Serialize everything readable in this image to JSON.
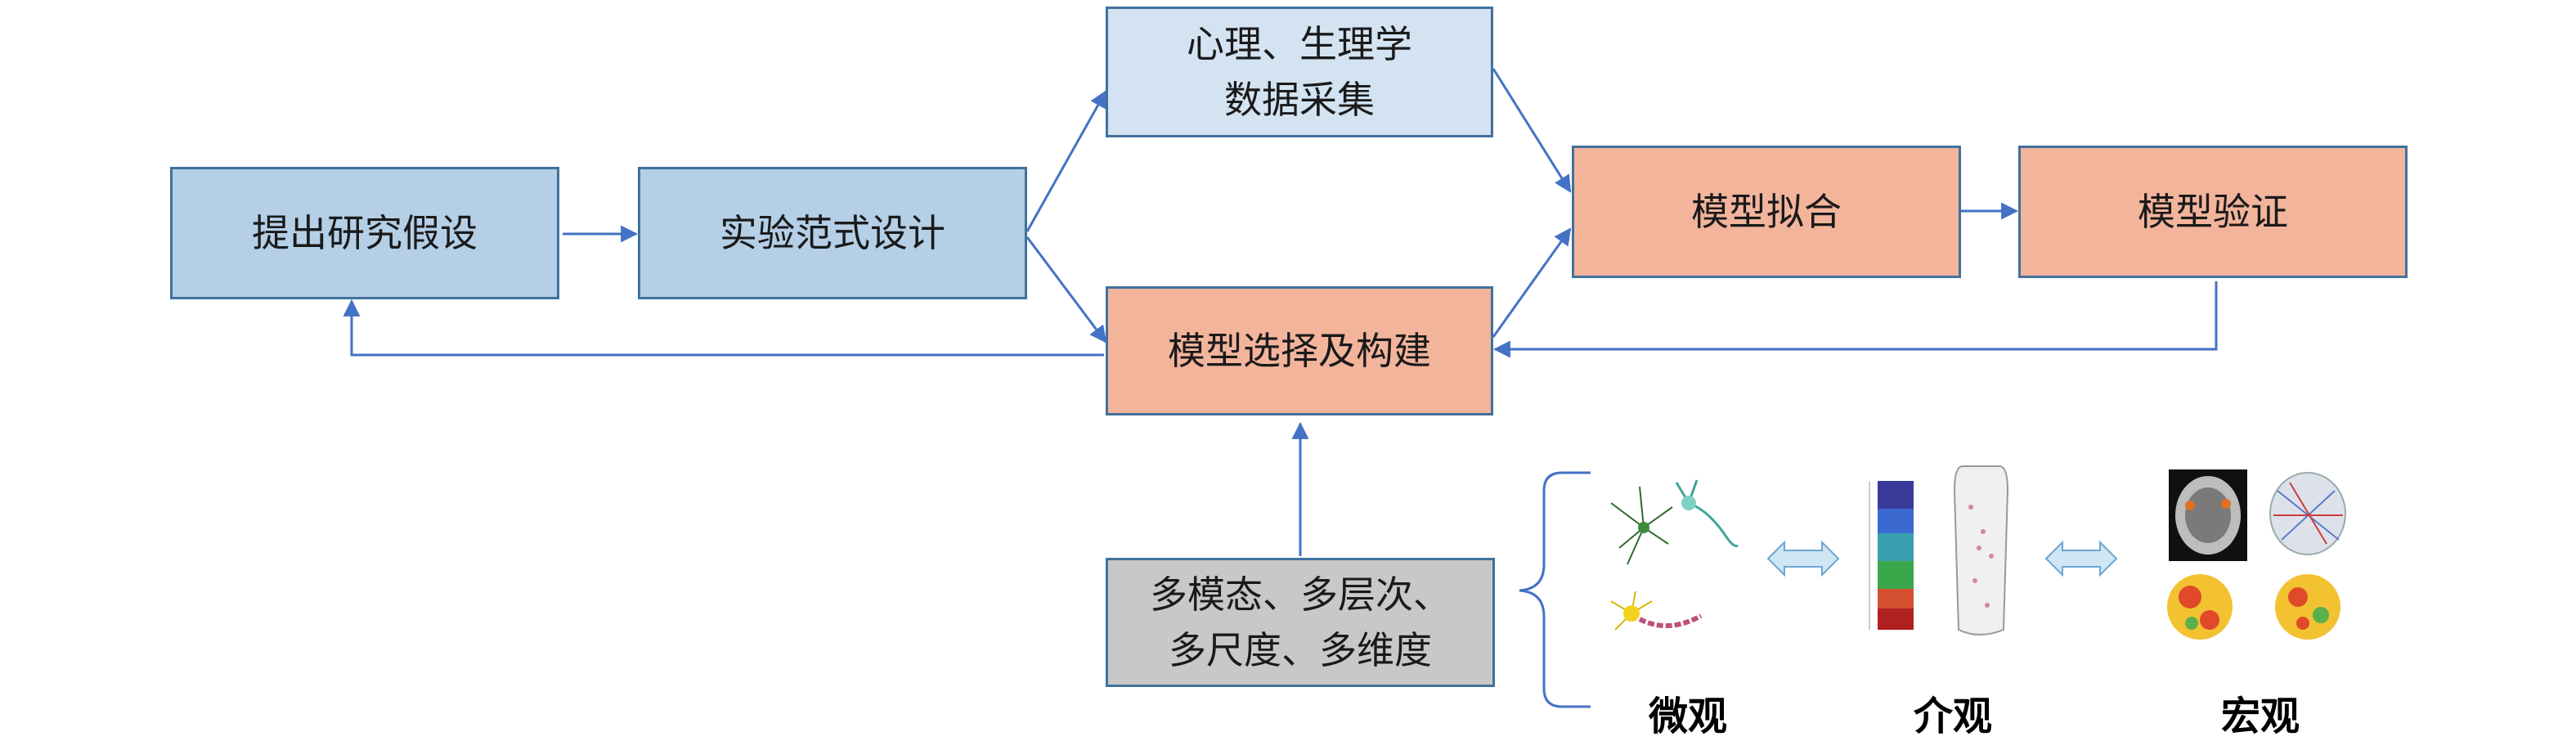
{
  "boxes": {
    "hypothesis": "提出研究假设",
    "paradigm": "实验范式设计",
    "collection": "心理、生理学\n数据采集",
    "selection": "模型选择及构建",
    "fitting": "模型拟合",
    "validation": "模型验证",
    "multi": "多模态、多层次、\n多尺度、多维度"
  },
  "scales": {
    "micro": "微观",
    "meso": "介观",
    "macro": "宏观"
  },
  "colors": {
    "border": "#41719c",
    "arrow": "#4472c4",
    "blue_box": "#b4cfe6",
    "light_blue_box": "#d3e3f2",
    "salmon_box": "#f3b49c",
    "gray_box": "#c8c8c8"
  },
  "icons": [
    "neuron-icon",
    "double-arrow-icon",
    "cortical-column-icon",
    "brain-mri-icon",
    "eeg-topomap-icon"
  ]
}
